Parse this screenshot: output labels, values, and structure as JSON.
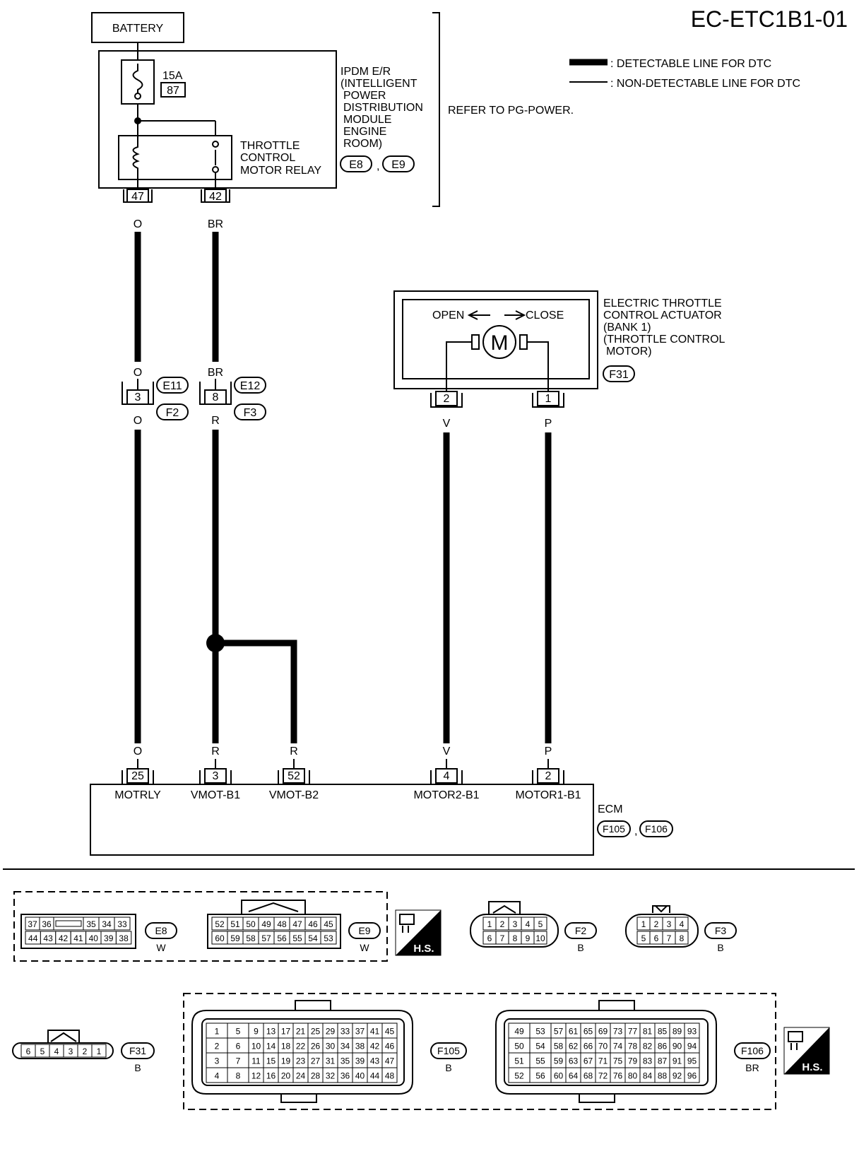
{
  "diagram_id": "EC-ETC1B1-01",
  "legend": {
    "detectable": ": DETECTABLE LINE FOR DTC",
    "non_detectable": ": NON-DETECTABLE LINE FOR DTC"
  },
  "battery": "BATTERY",
  "fuse": {
    "rating": "15A",
    "number": "87"
  },
  "ipdm": {
    "lines": [
      "IPDM E/R",
      "(INTELLIGENT",
      "POWER",
      "DISTRIBUTION",
      "MODULE",
      "ENGINE",
      "ROOM)"
    ],
    "connectors": [
      "E8",
      "E9"
    ],
    "sep": ","
  },
  "relay": {
    "lines": [
      "THROTTLE",
      "CONTROL",
      "MOTOR RELAY"
    ]
  },
  "refer": "REFER TO PG-POWER.",
  "actuator": {
    "lines": [
      "ELECTRIC THROTTLE",
      "CONTROL ACTUATOR",
      "(BANK 1)",
      "(THROTTLE CONTROL",
      "MOTOR)"
    ],
    "connector": "F31",
    "open": "OPEN",
    "close": "CLOSE",
    "motor": "M"
  },
  "pins": {
    "ipdm_47": "47",
    "ipdm_42": "42",
    "jc_3": "3",
    "jc_8": "8",
    "act_2": "2",
    "act_1": "1",
    "ecm_25": "25",
    "ecm_3": "3",
    "ecm_52": "52",
    "ecm_4": "4",
    "ecm_2": "2"
  },
  "connector_tags": {
    "e11": "E11",
    "f2": "F2",
    "e12": "E12",
    "f3": "F3"
  },
  "wires": {
    "o": "O",
    "br": "BR",
    "r": "R",
    "v": "V",
    "p": "P"
  },
  "ecm": {
    "label": "ECM",
    "connectors": [
      "F105",
      "F106"
    ],
    "sep": ",",
    "terminals": [
      "MOTRLY",
      "VMOT-B1",
      "VMOT-B2",
      "MOTOR2-B1",
      "MOTOR1-B1"
    ]
  },
  "connector_views": {
    "e8": {
      "id": "E8",
      "color": "W",
      "top": [
        "37",
        "36",
        "",
        "35",
        "34",
        "33"
      ],
      "bottom": [
        "44",
        "43",
        "42",
        "41",
        "40",
        "39",
        "38"
      ]
    },
    "e9": {
      "id": "E9",
      "color": "W",
      "top": [
        "52",
        "51",
        "50",
        "49",
        "48",
        "47",
        "46",
        "45"
      ],
      "bottom": [
        "60",
        "59",
        "58",
        "57",
        "56",
        "55",
        "54",
        "53"
      ]
    },
    "hs": "H.S.",
    "f2": {
      "id": "F2",
      "color": "B",
      "top": [
        "1",
        "2",
        "3",
        "4",
        "5"
      ],
      "bottom": [
        "6",
        "7",
        "8",
        "9",
        "10"
      ]
    },
    "f3": {
      "id": "F3",
      "color": "B",
      "top": [
        "1",
        "2",
        "3",
        "4"
      ],
      "bottom": [
        "5",
        "6",
        "7",
        "8"
      ]
    },
    "f31": {
      "id": "F31",
      "color": "B",
      "row": [
        "6",
        "5",
        "4",
        "3",
        "2",
        "1"
      ]
    },
    "f105": {
      "id": "F105",
      "color": "B",
      "rows": [
        [
          "1",
          "5",
          "9",
          "13",
          "17",
          "21",
          "25",
          "29",
          "33",
          "37",
          "41",
          "45"
        ],
        [
          "2",
          "6",
          "10",
          "14",
          "18",
          "22",
          "26",
          "30",
          "34",
          "38",
          "42",
          "46"
        ],
        [
          "3",
          "7",
          "11",
          "15",
          "19",
          "23",
          "27",
          "31",
          "35",
          "39",
          "43",
          "47"
        ],
        [
          "4",
          "8",
          "12",
          "16",
          "20",
          "24",
          "28",
          "32",
          "36",
          "40",
          "44",
          "48"
        ]
      ]
    },
    "f106": {
      "id": "F106",
      "color": "BR",
      "rows": [
        [
          "49",
          "53",
          "57",
          "61",
          "65",
          "69",
          "73",
          "77",
          "81",
          "85",
          "89",
          "93"
        ],
        [
          "50",
          "54",
          "58",
          "62",
          "66",
          "70",
          "74",
          "78",
          "82",
          "86",
          "90",
          "94"
        ],
        [
          "51",
          "55",
          "59",
          "63",
          "67",
          "71",
          "75",
          "79",
          "83",
          "87",
          "91",
          "95"
        ],
        [
          "52",
          "56",
          "60",
          "64",
          "68",
          "72",
          "76",
          "80",
          "84",
          "88",
          "92",
          "96"
        ]
      ]
    }
  }
}
